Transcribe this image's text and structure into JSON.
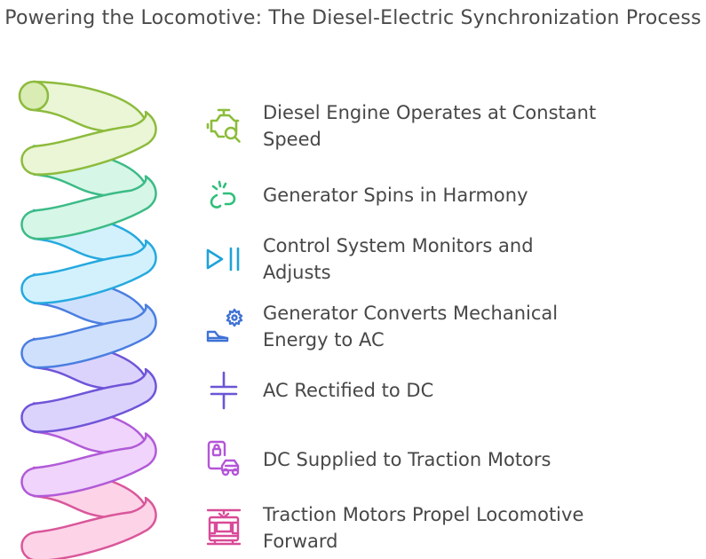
{
  "title": "Powering the Locomotive: The Diesel-Electric Synchronization Process",
  "steps": [
    {
      "label": "Diesel Engine Operates at Constant Speed",
      "icon": "engine-search-icon",
      "color": "#8bbd3a"
    },
    {
      "label": "Generator Spins in Harmony",
      "icon": "broken-link-icon",
      "color": "#2fbf7a"
    },
    {
      "label": "Control System Monitors and Adjusts",
      "icon": "play-pause-icon",
      "color": "#1ea3d8"
    },
    {
      "label": "Generator Converts Mechanical Energy to AC",
      "icon": "shoe-gear-icon",
      "color": "#3f72d6"
    },
    {
      "label": "AC Rectified to DC",
      "icon": "capacitor-icon",
      "color": "#6a55d6"
    },
    {
      "label": "DC Supplied to Traction Motors",
      "icon": "phone-lock-car-icon",
      "color": "#b455d8"
    },
    {
      "label": "Traction Motors Propel Locomotive Forward",
      "icon": "tram-icon",
      "color": "#d94a98"
    }
  ],
  "spring_colors": [
    {
      "stroke": "#8dbb3c",
      "fill": "#eaf6d6"
    },
    {
      "stroke": "#3cbb86",
      "fill": "#d6f6e8"
    },
    {
      "stroke": "#25a9de",
      "fill": "#d2f1fd"
    },
    {
      "stroke": "#4a7ee0",
      "fill": "#cfe0fd"
    },
    {
      "stroke": "#6f55d8",
      "fill": "#dcd3fd"
    },
    {
      "stroke": "#b15ad8",
      "fill": "#f0d4fb"
    },
    {
      "stroke": "#d9579a",
      "fill": "#fdd3e7"
    }
  ]
}
